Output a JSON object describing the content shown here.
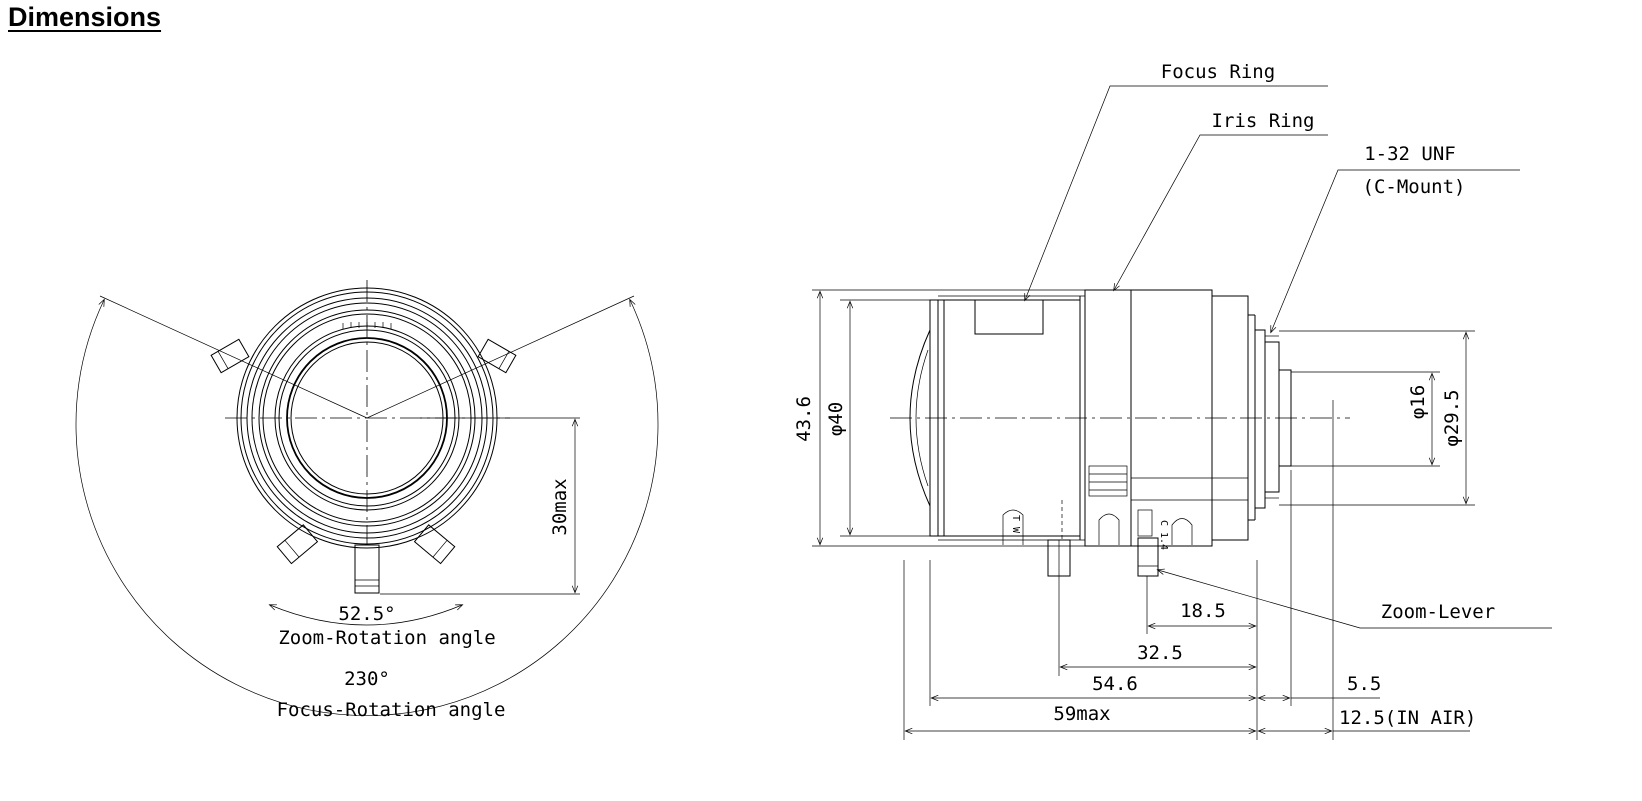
{
  "page": {
    "title": "Dimensions"
  },
  "front_view": {
    "dim_height": "30max",
    "zoom_angle_value": "52.5°",
    "zoom_angle_label": "Zoom-Rotation angle",
    "focus_angle_value": "230°",
    "focus_angle_label": "Focus-Rotation angle"
  },
  "side_view": {
    "focus_ring_label": "Focus Ring",
    "iris_ring_label": "Iris Ring",
    "mount_thread_label": "1-32 UNF",
    "mount_type_label": "(C-Mount)",
    "zoom_lever_label": "Zoom-Lever",
    "dim_outer_diameter": "43.6",
    "dim_barrel_diameter": "φ40",
    "dim_rear_diameter_small": "φ16",
    "dim_rear_diameter_large": "φ29.5",
    "dim_lever_to_mount": "18.5",
    "dim_lever2_to_mount": "32.5",
    "dim_front_to_mount": "54.6",
    "dim_total_length": "59max",
    "dim_flange_back": "5.5",
    "dim_back_focus": "12.5(IN AIR)",
    "iris_marks": "C 1.4",
    "tele_wide_marks": "T W"
  }
}
